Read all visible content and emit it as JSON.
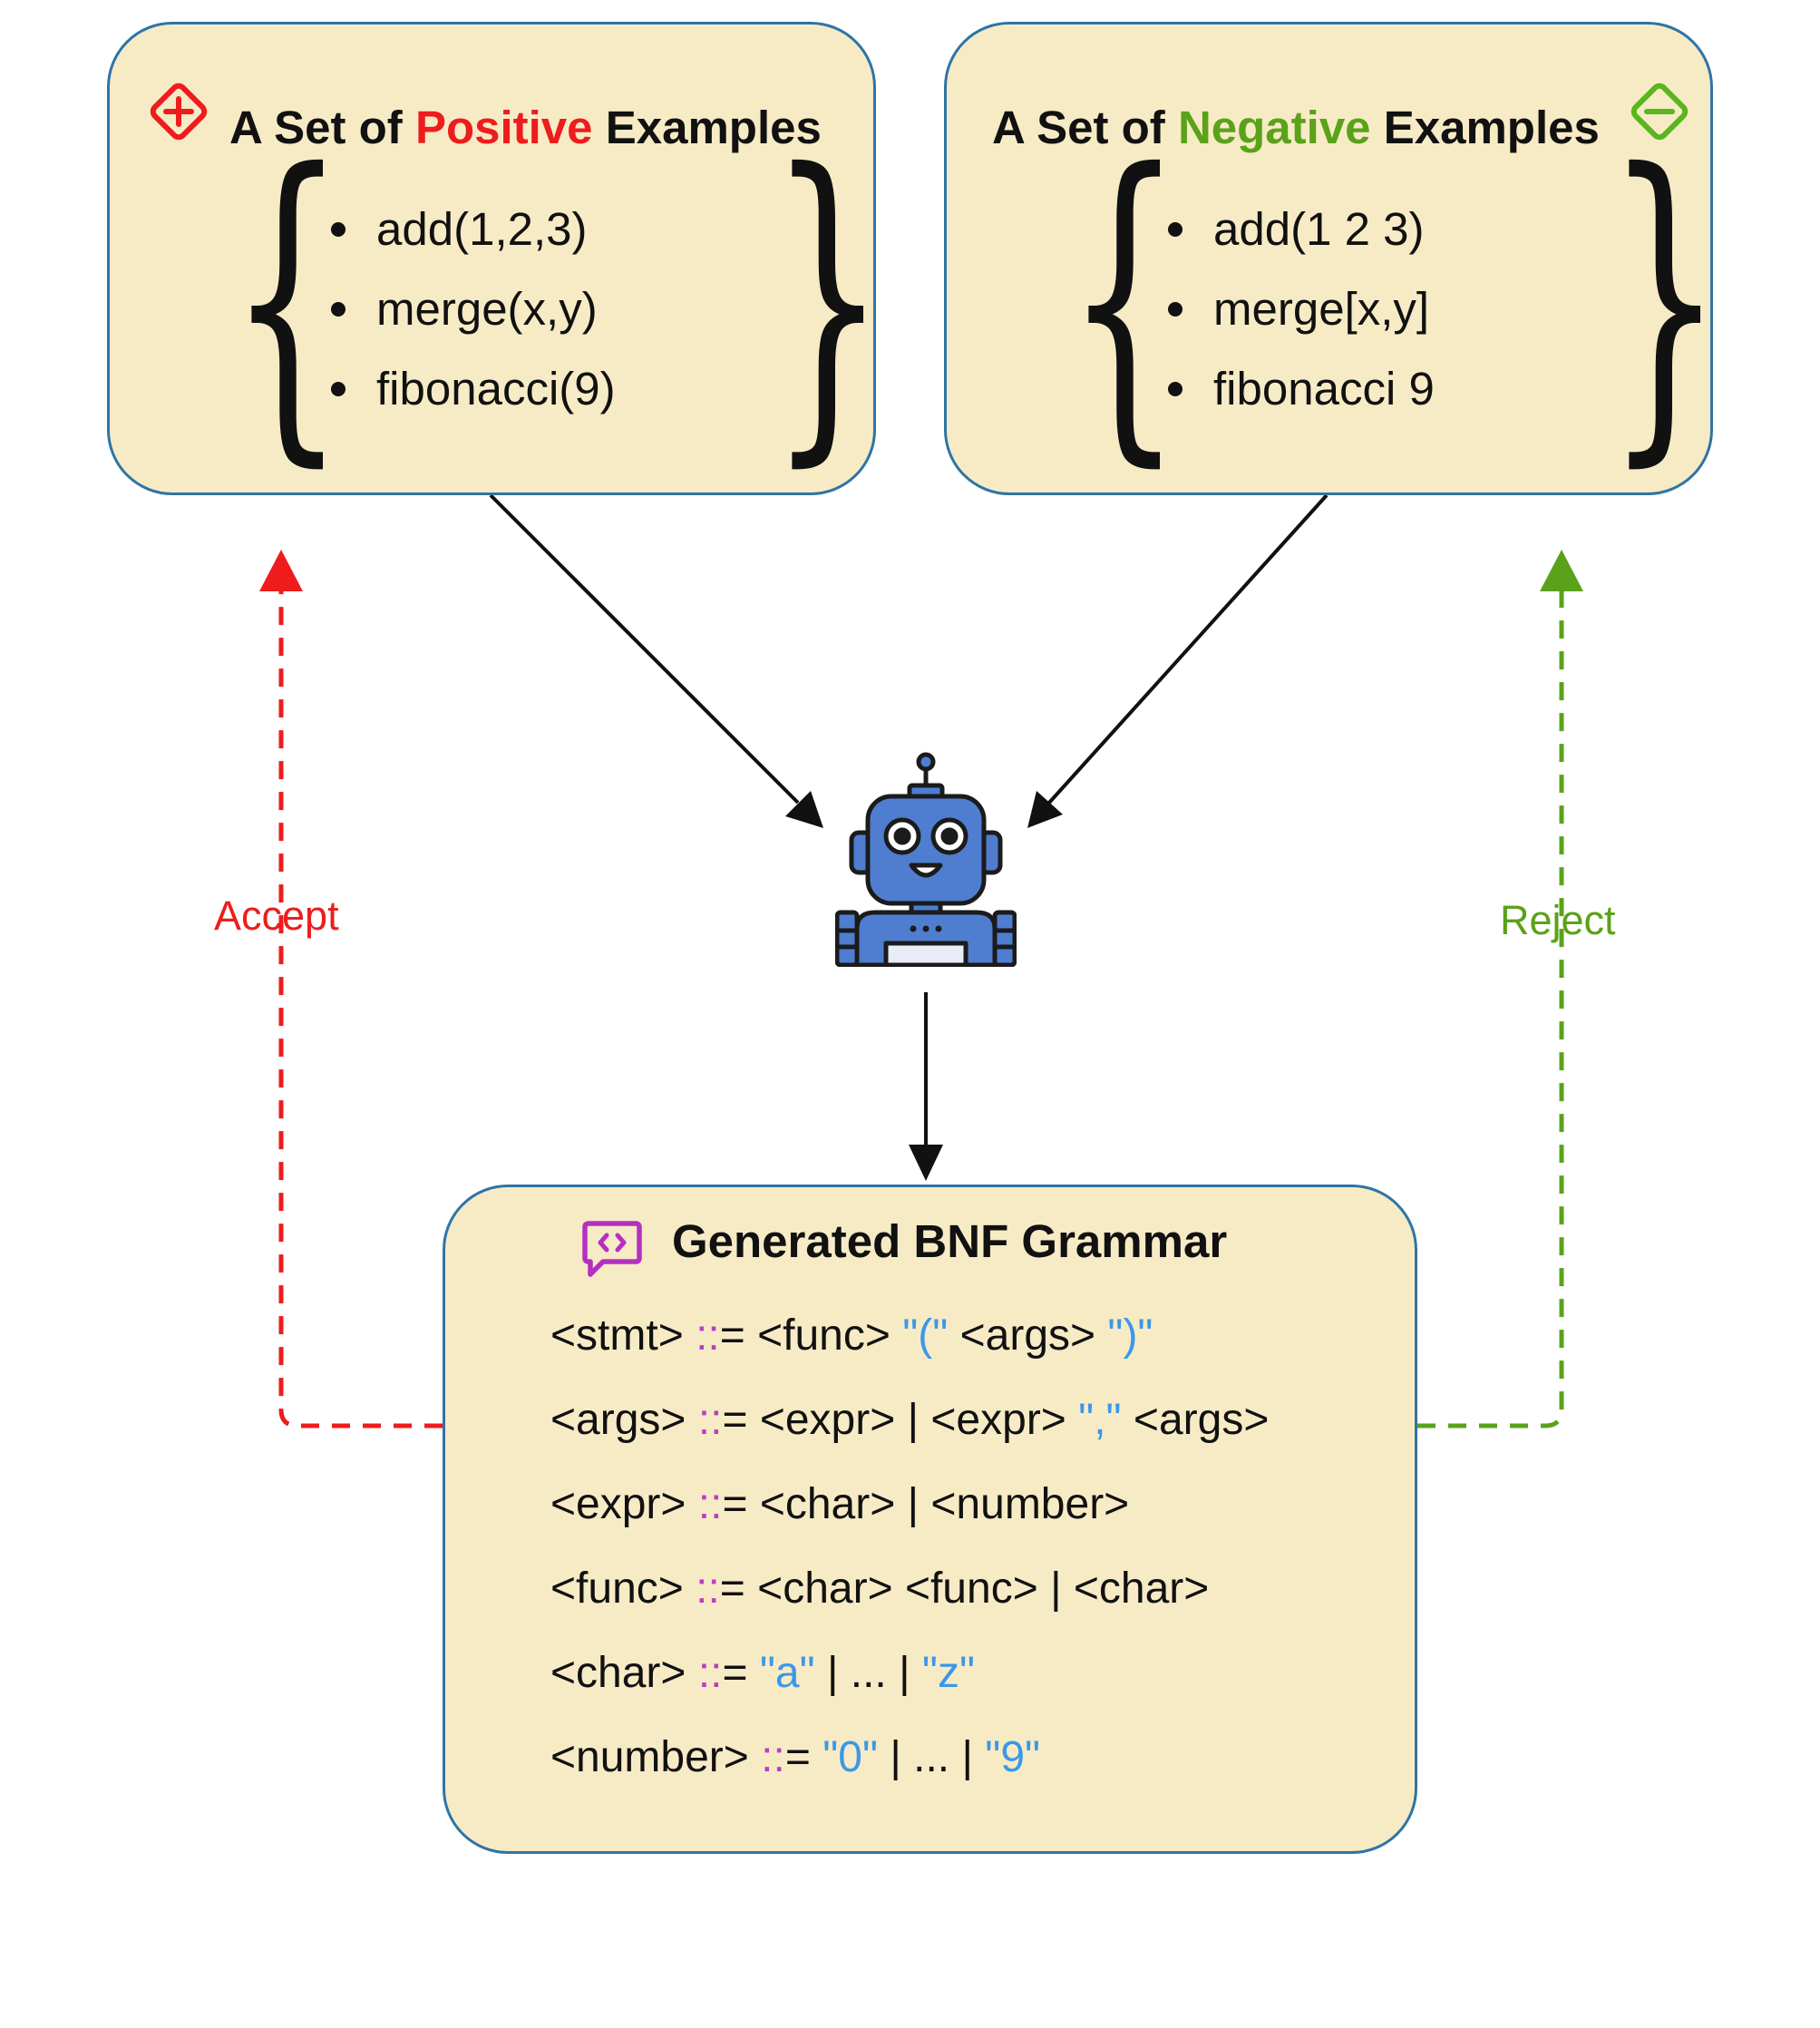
{
  "positive_box": {
    "title_pre": "A Set of ",
    "title_kw": "Positive",
    "title_post": " Examples",
    "items": [
      "add(1,2,3)",
      "merge(x,y)",
      "fibonacci(9)"
    ]
  },
  "negative_box": {
    "title_pre": "A Set of ",
    "title_kw": "Negative",
    "title_post": " Examples",
    "items": [
      "add(1 2 3)",
      "merge[x,y]",
      "fibonacci 9"
    ]
  },
  "grammar_box": {
    "title": "Generated BNF Grammar",
    "rules": [
      [
        {
          "t": "<stmt> "
        },
        {
          "t": "::",
          "c": "op"
        },
        {
          "t": "= <func> "
        },
        {
          "t": "\"(\"",
          "c": "lit"
        },
        {
          "t": " <args> "
        },
        {
          "t": "\")\"",
          "c": "lit"
        }
      ],
      [
        {
          "t": "<args> "
        },
        {
          "t": "::",
          "c": "op"
        },
        {
          "t": "= <expr> | <expr> "
        },
        {
          "t": "\",\"",
          "c": "lit"
        },
        {
          "t": " <args>"
        }
      ],
      [
        {
          "t": "<expr> "
        },
        {
          "t": "::",
          "c": "op"
        },
        {
          "t": "= <char> | <number>"
        }
      ],
      [
        {
          "t": "<func> "
        },
        {
          "t": "::",
          "c": "op"
        },
        {
          "t": "= <char> <func> | <char>"
        }
      ],
      [
        {
          "t": "<char> "
        },
        {
          "t": "::",
          "c": "op"
        },
        {
          "t": "= "
        },
        {
          "t": "\"a\"",
          "c": "lit"
        },
        {
          "t": " | ... | "
        },
        {
          "t": "\"z\"",
          "c": "lit"
        }
      ],
      [
        {
          "t": "<number> "
        },
        {
          "t": "::",
          "c": "op"
        },
        {
          "t": "= "
        },
        {
          "t": "\"0\"",
          "c": "lit"
        },
        {
          "t": " | ... | "
        },
        {
          "t": "\"9\"",
          "c": "lit"
        }
      ]
    ]
  },
  "edges": {
    "accept_label": "Accept",
    "reject_label": "Reject"
  },
  "icons": {
    "positive": "plus-diamond-icon",
    "negative": "minus-diamond-icon",
    "grammar": "code-chat-icon",
    "model": "robot-icon"
  },
  "colors": {
    "box_fill": "#f7ebc6",
    "box_border": "#2f74a6",
    "positive": "#ee1c1c",
    "negative": "#5aa21a",
    "operator": "#b93fc2",
    "literal": "#3a98e8",
    "robot_blue": "#4f7ed0"
  }
}
